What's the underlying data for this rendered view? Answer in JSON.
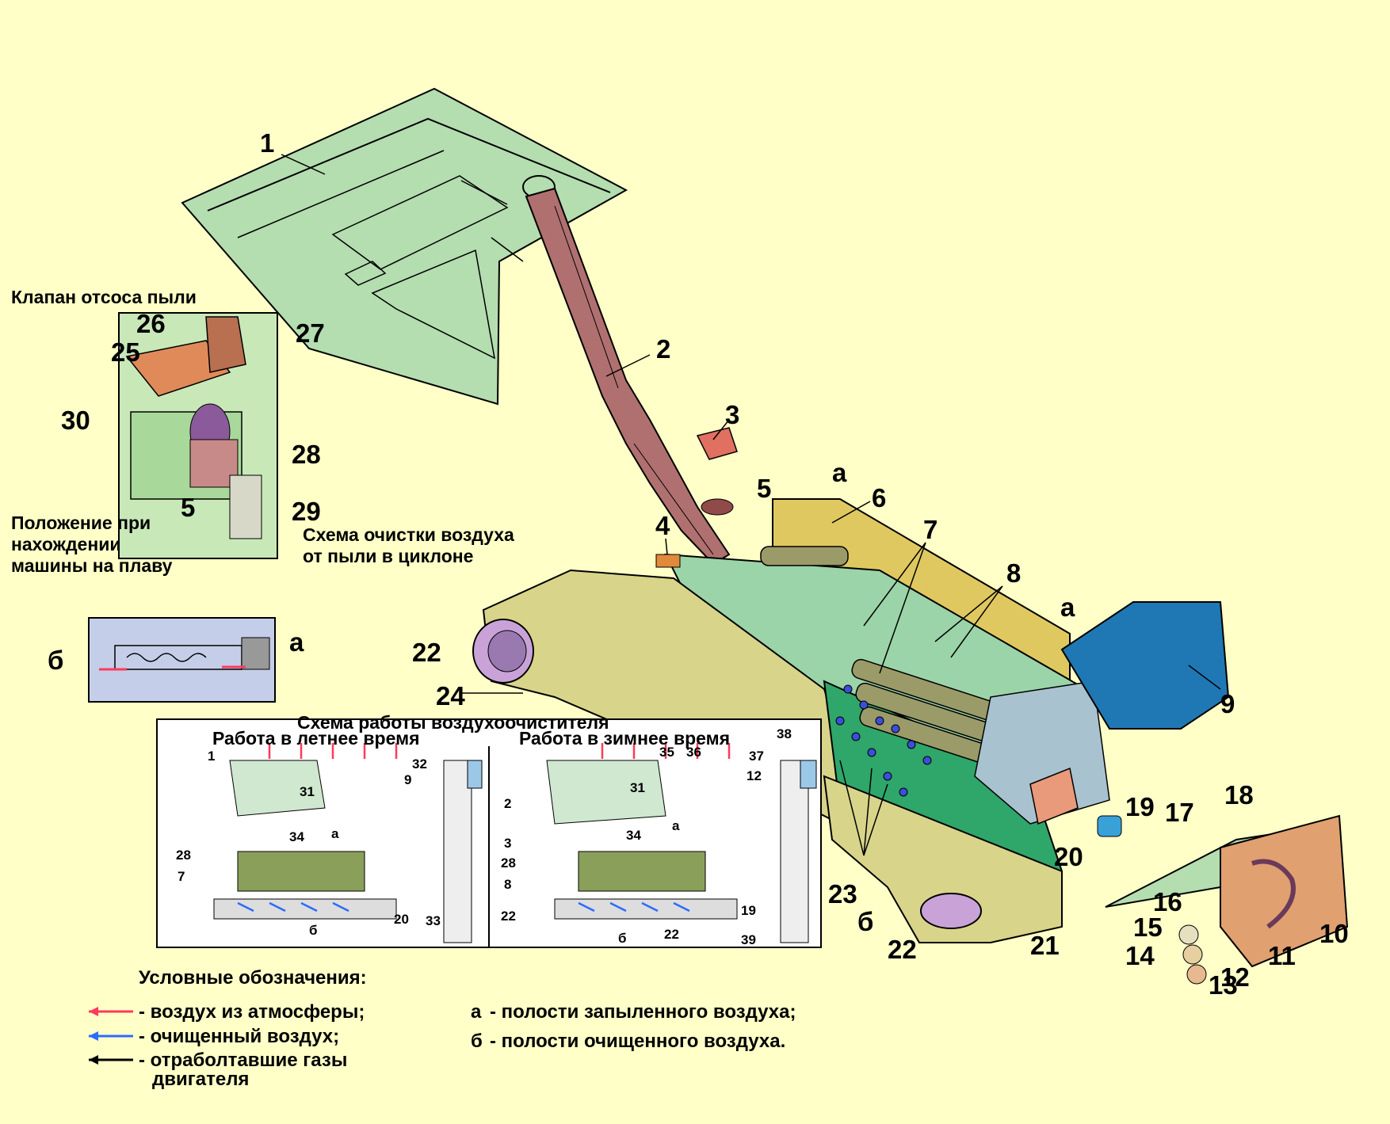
{
  "captions": {
    "valve_title": "Клапан отсоса пыли",
    "float_position": [
      "Положение при",
      "нахождении",
      "машины на плаву"
    ],
    "cyclone_scheme": [
      "Схема очистки воздуха",
      "от пыли в циклоне"
    ],
    "cleaner_scheme": "Схема работы воздухоочистителя",
    "summer": "Работа в летнее время",
    "winter": "Работа в зимнее время",
    "cyclone_a": "а",
    "cyclone_b": "б"
  },
  "callouts": [
    "1",
    "2",
    "3",
    "4",
    "5",
    "6",
    "7",
    "8",
    "9",
    "10",
    "11",
    "12",
    "13",
    "14",
    "15",
    "16",
    "17",
    "18",
    "19",
    "20",
    "21",
    "22",
    "23",
    "24",
    "25",
    "26",
    "27",
    "28",
    "29",
    "30"
  ],
  "callout_extra": {
    "a": "а",
    "b": "б"
  },
  "summer_labels": [
    "1",
    "31",
    "32",
    "9",
    "34",
    "а",
    "28",
    "7",
    "20",
    "33",
    "б"
  ],
  "winter_labels": [
    "35",
    "36",
    "37",
    "38",
    "2",
    "31",
    "12",
    "3",
    "34",
    "а",
    "28",
    "8",
    "22",
    "б",
    "22",
    "19",
    "39"
  ],
  "legend": {
    "title": "Условные обозначения:",
    "red": "- воздух из атмосферы;",
    "blue": "- очищенный воздух;",
    "black": "- отраболтавшие газы",
    "black2": "двигателя",
    "a_letter": "а",
    "a_text": "- полости запыленного воздуха;",
    "b_letter": "б",
    "b_text": "- полости очищенного воздуха."
  },
  "colors": {
    "background": "#ffffc8",
    "air_red": "#ff3a5a",
    "air_blue": "#2d6bff",
    "exhaust": "#000000",
    "panel_green": "#b4ddb0",
    "pipe_brown": "#b07070",
    "housing_yellow": "#e0c860",
    "housing_olive": "#d8d48a",
    "housing_green": "#2fa66a",
    "cover_blue": "#1f78b4",
    "cap_violet": "#c9a3d8"
  }
}
